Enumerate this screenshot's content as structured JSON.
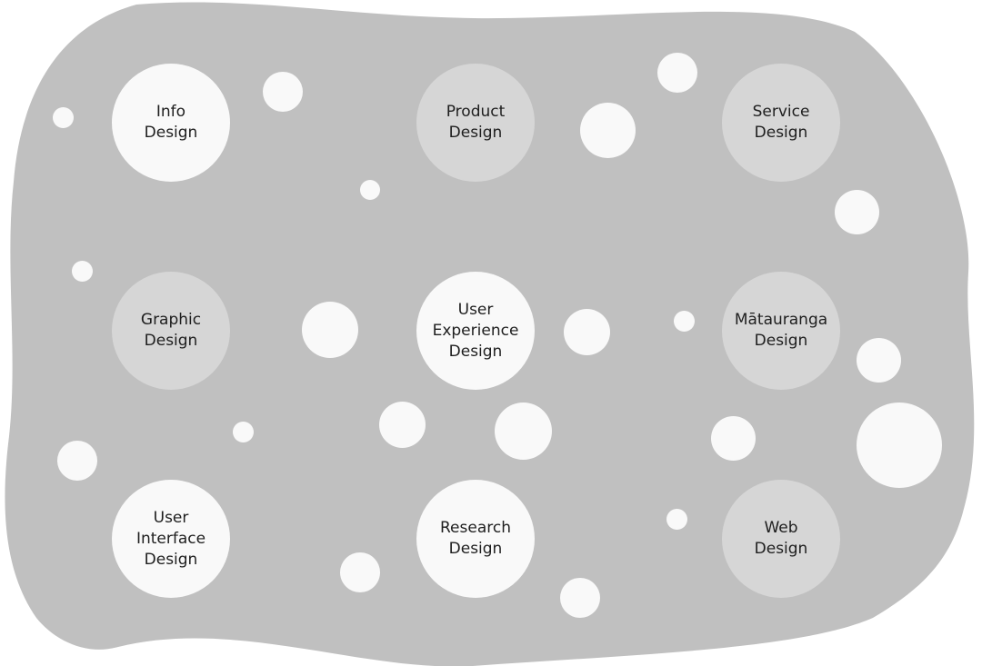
{
  "colors": {
    "background_shape": "#c0c0c0",
    "node_light": "#f9f9f9",
    "node_mid": "#d6d6d6",
    "dot": "#f9f9f9",
    "text": "#1e1e1e"
  },
  "nodes": {
    "info_design": {
      "label": "Info\nDesign",
      "tone": "light"
    },
    "product_design": {
      "label": "Product\nDesign",
      "tone": "mid"
    },
    "service_design": {
      "label": "Service\nDesign",
      "tone": "mid"
    },
    "graphic_design": {
      "label": "Graphic\nDesign",
      "tone": "mid"
    },
    "user_experience_design": {
      "label": "User\nExperience\nDesign",
      "tone": "light"
    },
    "matauranga_design": {
      "label": "Mātauranga\nDesign",
      "tone": "mid"
    },
    "user_interface_design": {
      "label": "User\nInterface\nDesign",
      "tone": "light"
    },
    "research_design": {
      "label": "Research\nDesign",
      "tone": "light"
    },
    "web_design": {
      "label": "Web\nDesign",
      "tone": "mid"
    }
  }
}
